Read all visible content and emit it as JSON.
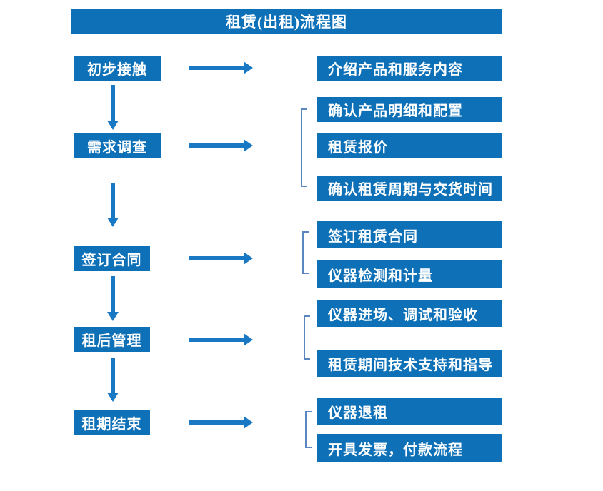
{
  "title": "租赁(出租)流程图",
  "colors": {
    "primary": "#0e71b8",
    "arrow": "#1878c3",
    "bracket": "#5b87c0",
    "text": "#ffffff"
  },
  "steps": [
    {
      "label": "初步接触",
      "details": [
        "介绍产品和服务内容"
      ]
    },
    {
      "label": "需求调查",
      "details": [
        "确认产品明细和配置",
        "租赁报价",
        "确认租赁周期与交货时间"
      ]
    },
    {
      "label": "签订合同",
      "details": [
        "签订租赁合同",
        "仪器检测和计量"
      ]
    },
    {
      "label": "租后管理",
      "details": [
        "仪器进场、调试和验收",
        "租赁期间技术支持和指导"
      ]
    },
    {
      "label": "租期结束",
      "details": [
        "仪器退租",
        "开具发票，付款流程"
      ]
    }
  ]
}
